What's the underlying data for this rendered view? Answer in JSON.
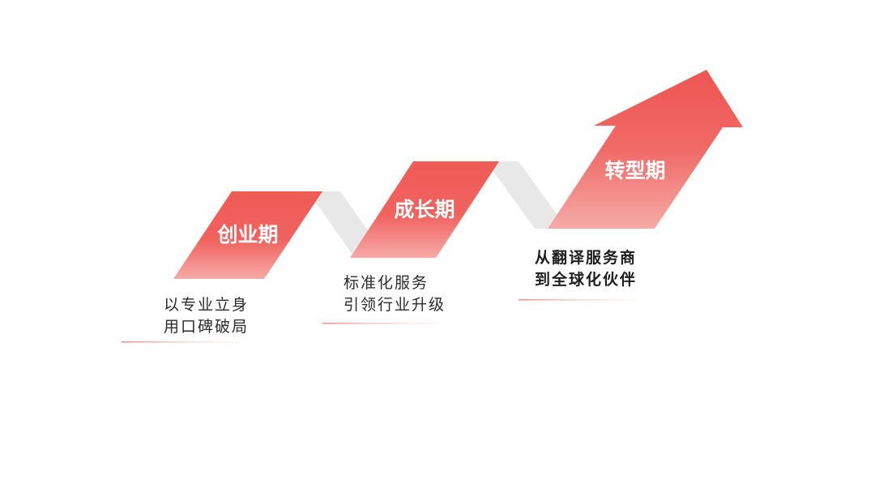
{
  "stages": [
    {
      "title": "创业期",
      "desc_lines": [
        "以专业立身",
        "用口碑破局"
      ]
    },
    {
      "title": "成长期",
      "desc_lines": [
        "标准化服务",
        "引领行业升级"
      ]
    },
    {
      "title": "转型期",
      "desc_lines": [
        "从翻译服务商",
        "到全球化伙伴"
      ]
    }
  ],
  "colors": {
    "accent": "#ef5b57",
    "accent_light": "#f7b3b0",
    "connector": "#e8e8e8",
    "text": "#2b2b2b"
  }
}
